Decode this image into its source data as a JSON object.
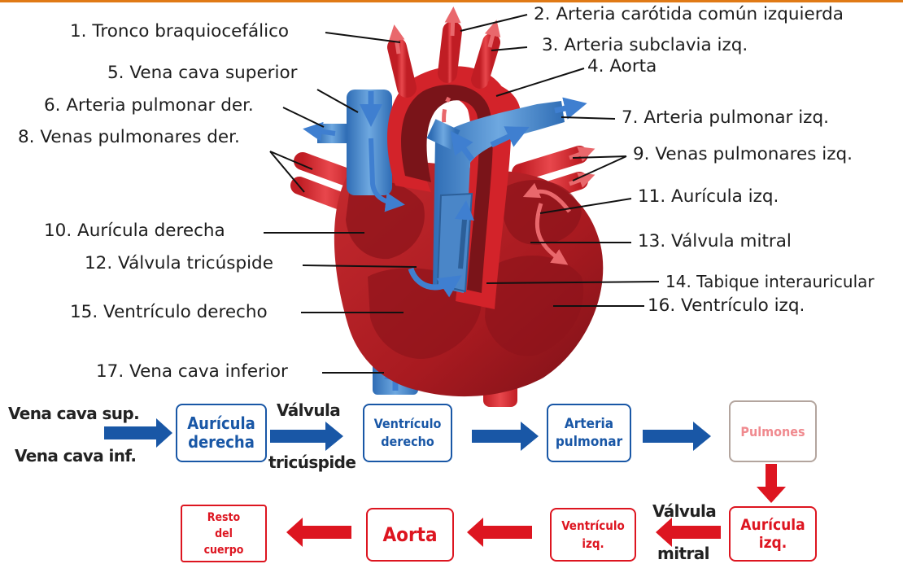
{
  "colors": {
    "heart": "#b01e24",
    "heart_dark": "#7d1118",
    "vein_blue": "#3b7dc4",
    "artery_red": "#d3232a",
    "flow_blue": "#1957a6",
    "flow_red": "#dd1520",
    "top_rule": "#e07a16"
  },
  "labels": [
    {
      "num": "1",
      "text": "1. Tronco braquiocefálico"
    },
    {
      "num": "2",
      "text": "2. Arteria carótida común izquierda"
    },
    {
      "num": "3",
      "text": "3. Arteria subclavia izq."
    },
    {
      "num": "4",
      "text": "4. Aorta"
    },
    {
      "num": "5",
      "text": "5. Vena cava superior"
    },
    {
      "num": "6",
      "text": "6. Arteria pulmonar der."
    },
    {
      "num": "7",
      "text": "7. Arteria pulmonar izq."
    },
    {
      "num": "8",
      "text": "8. Venas pulmonares der."
    },
    {
      "num": "9",
      "text": "9. Venas pulmonares izq."
    },
    {
      "num": "10",
      "text": "10. Aurícula derecha"
    },
    {
      "num": "11",
      "text": "11. Aurícula izq."
    },
    {
      "num": "12",
      "text": "12. Válvula tricúspide"
    },
    {
      "num": "13",
      "text": "13. Válvula mitral"
    },
    {
      "num": "14",
      "text": "14. Tabique interauricular"
    },
    {
      "num": "15",
      "text": "15. Ventrículo derecho"
    },
    {
      "num": "16",
      "text": "16. Ventrículo izq."
    },
    {
      "num": "17",
      "text": "17. Vena cava inferior"
    }
  ],
  "flow": {
    "inputs": [
      "Vena cava sup.",
      "Vena cava inf."
    ],
    "valve_tricuspid": [
      "Válvula",
      "tricúspide"
    ],
    "valve_mitral": [
      "Válvula",
      "mitral"
    ],
    "boxes": {
      "auricula_derecha": "Aurícula\nderecha",
      "ventriculo_derecho": "Ventrículo\nderecho",
      "arteria_pulmonar": "Arteria\npulmonar",
      "pulmones": "Pulmones",
      "auricula_izq": "Aurícula\nizq.",
      "ventriculo_izq": "Ventrículo\nizq.",
      "aorta": "Aorta",
      "resto_cuerpo": "Resto\ndel\ncuerpo"
    }
  }
}
